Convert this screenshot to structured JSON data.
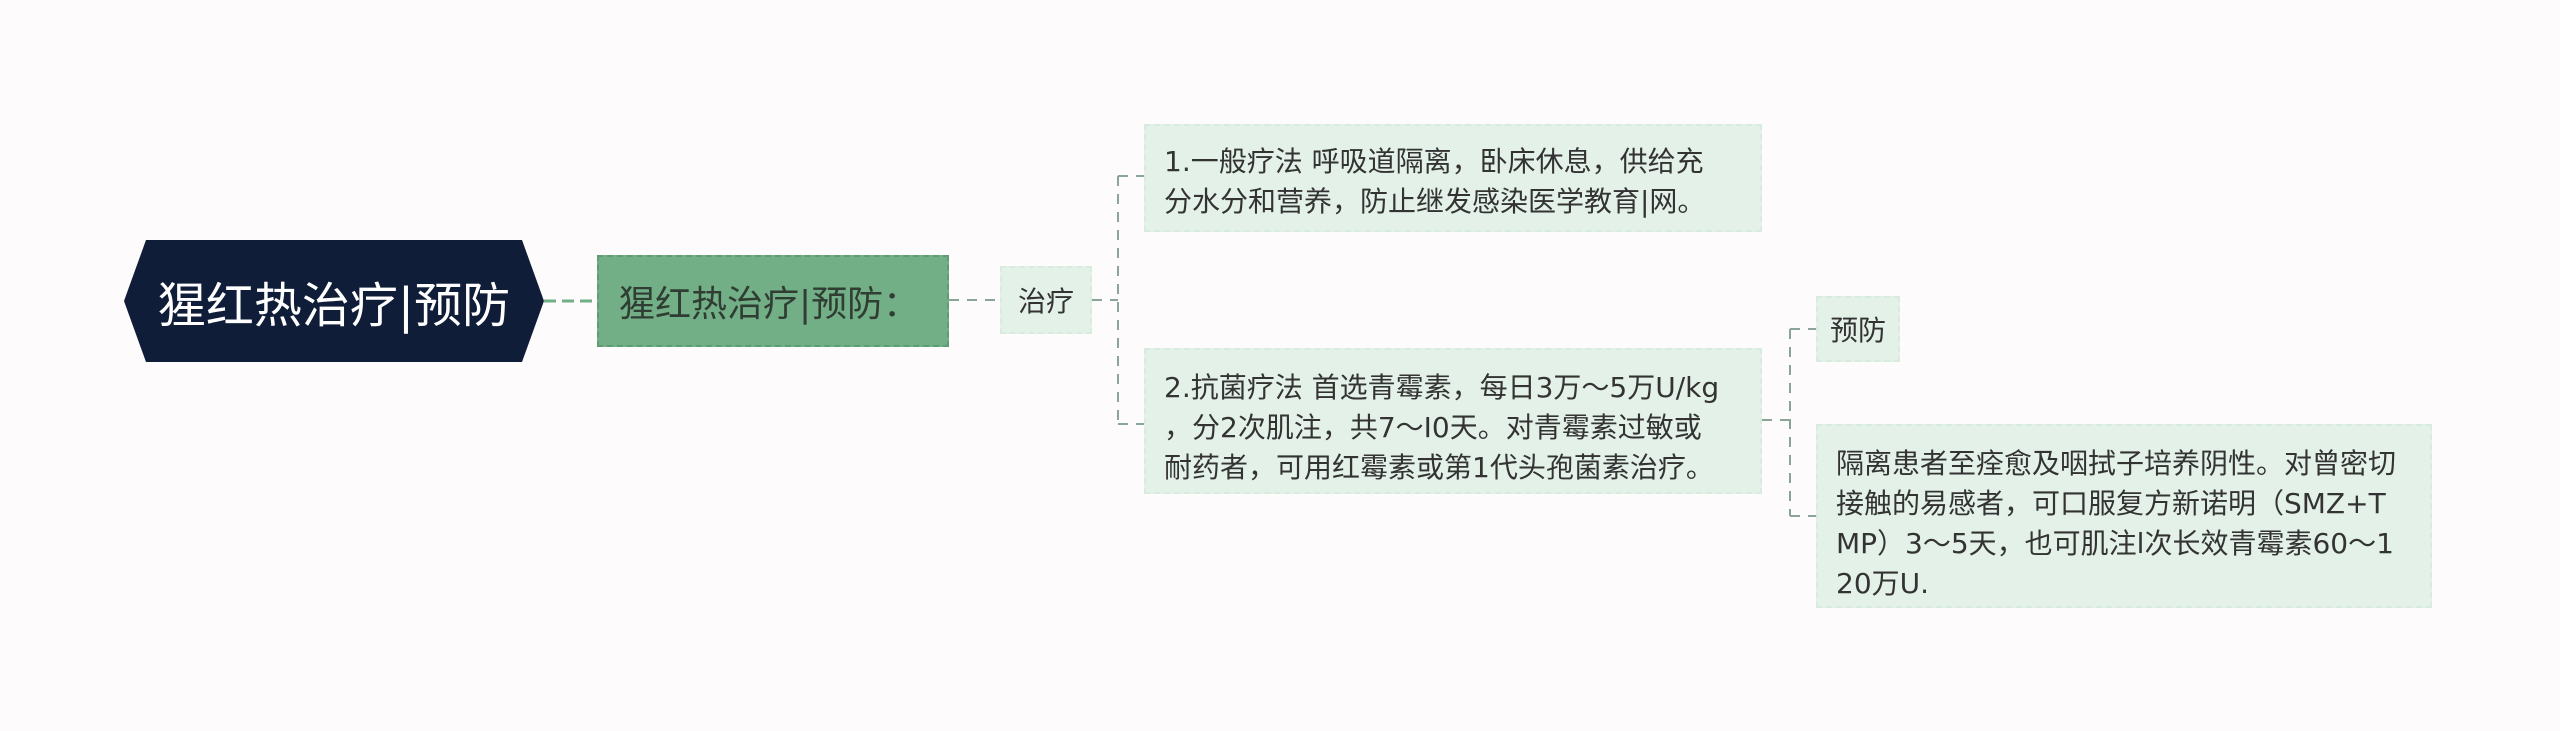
{
  "mindmap": {
    "root": {
      "label": "猩红热治疗|预防"
    },
    "topic": {
      "label": "猩红热治疗|预防："
    },
    "branch_treatment": {
      "label": "治疗"
    },
    "branch_prevention": {
      "label": "预防"
    },
    "leaves": {
      "general": {
        "lines": [
          "1.一般疗法 呼吸道隔离，卧床休息，供给充",
          "分水分和营养，防止继发感染医学教育|网。"
        ]
      },
      "antibacterial": {
        "lines": [
          "2.抗菌疗法 首选青霉素，每日3万～5万U/kg",
          "，分2次肌注，共7～I0天。对青霉素过敏或",
          "耐药者，可用红霉素或第1代头孢菌素治疗。"
        ]
      },
      "prevention": {
        "lines": [
          "隔离患者至痊愈及咽拭子培养阴性。对曾密切",
          "接触的易感者，可口服复方新诺明（SMZ+T",
          "MP）3～5天，也可肌注l次长效青霉素60～1",
          "20万U."
        ]
      }
    }
  },
  "colors": {
    "root_bg": "#0f1d38",
    "topic_bg": "#72ae86",
    "leaf_bg": "#e3f1e8",
    "connector": "#72ae86",
    "dashed_connector": "#8aa595"
  }
}
